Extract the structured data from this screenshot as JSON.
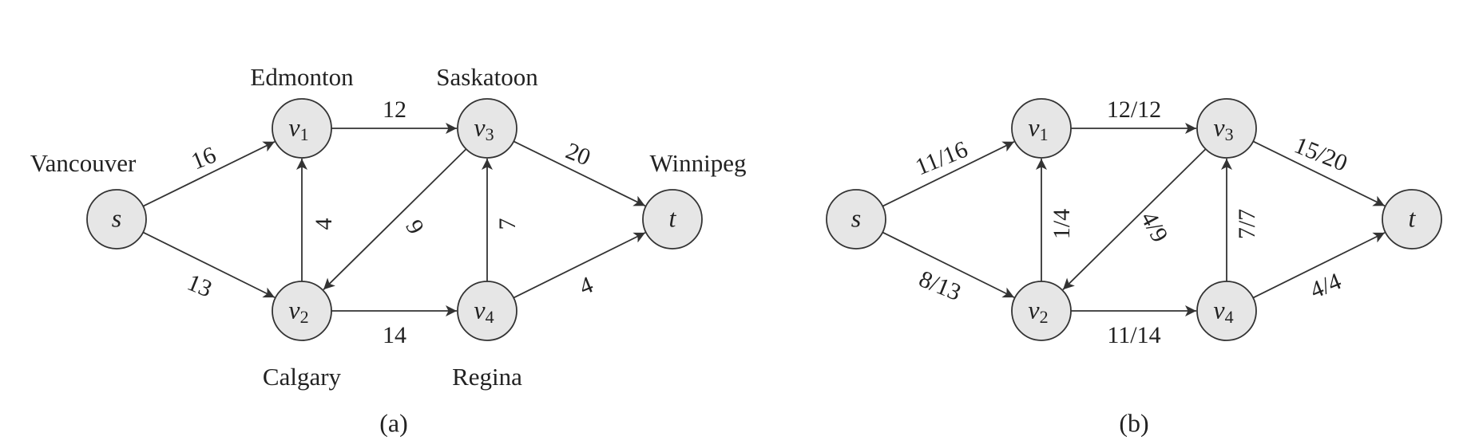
{
  "colors": {
    "node_fill": "#e6e6e6",
    "stroke": "#333333",
    "text": "#222222"
  },
  "nodes": [
    {
      "id": "s",
      "name": "s",
      "sub": ""
    },
    {
      "id": "v1",
      "name": "v",
      "sub": "1"
    },
    {
      "id": "v2",
      "name": "v",
      "sub": "2"
    },
    {
      "id": "v3",
      "name": "v",
      "sub": "3"
    },
    {
      "id": "v4",
      "name": "v",
      "sub": "4"
    },
    {
      "id": "t",
      "name": "t",
      "sub": ""
    }
  ],
  "edges": [
    {
      "from": "s",
      "to": "v1"
    },
    {
      "from": "s",
      "to": "v2"
    },
    {
      "from": "v2",
      "to": "v1"
    },
    {
      "from": "v1",
      "to": "v3"
    },
    {
      "from": "v3",
      "to": "v2"
    },
    {
      "from": "v2",
      "to": "v4"
    },
    {
      "from": "v4",
      "to": "v3"
    },
    {
      "from": "v3",
      "to": "t"
    },
    {
      "from": "v4",
      "to": "t"
    }
  ],
  "diagrams": [
    {
      "caption": "(a)",
      "cities": {
        "s": "Vancouver",
        "v1": "Edmonton",
        "v2": "Calgary",
        "v3": "Saskatoon",
        "v4": "Regina",
        "t": "Winnipeg"
      },
      "edge_labels": [
        "16",
        "13",
        "4",
        "12",
        "9",
        "14",
        "7",
        "20",
        "4"
      ]
    },
    {
      "caption": "(b)",
      "cities": {},
      "edge_labels": [
        "11/16",
        "8/13",
        "1/4",
        "12/12",
        "4/9",
        "11/14",
        "7/7",
        "15/20",
        "4/4"
      ]
    }
  ]
}
